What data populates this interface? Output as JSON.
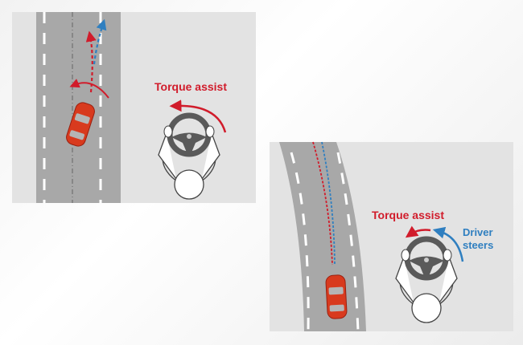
{
  "panel_straight": {
    "torque_label": "Torque assist"
  },
  "panel_curve": {
    "torque_label": "Torque assist",
    "driver_label_line1": "Driver",
    "driver_label_line2": "steers"
  },
  "colors": {
    "torque_red": "#d11c2b",
    "driver_blue": "#2f7fc0",
    "road_gray": "#a8a8a8",
    "panel_bg": "#e3e3e3",
    "car_red": "#d83a1e"
  }
}
